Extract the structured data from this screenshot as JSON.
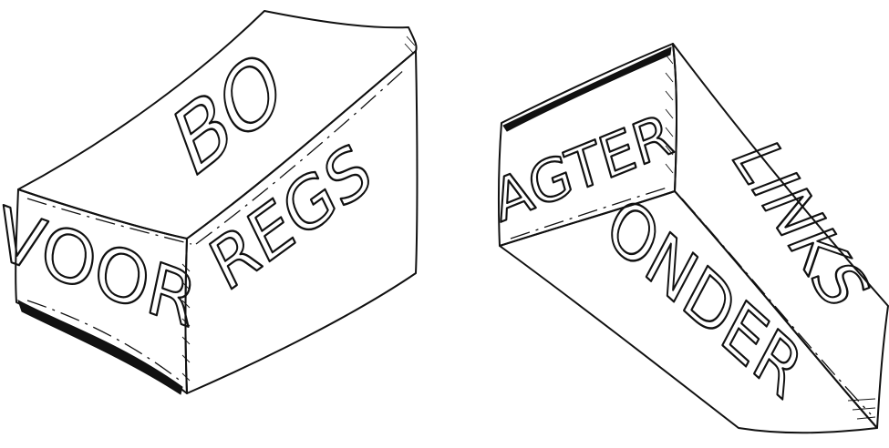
{
  "blocks": [
    {
      "faces": {
        "top": "BO",
        "front": "VOOR",
        "side": "REGS"
      }
    },
    {
      "faces": {
        "top": "AGTER",
        "side": "LINKS",
        "bottom": "ONDER"
      }
    }
  ]
}
